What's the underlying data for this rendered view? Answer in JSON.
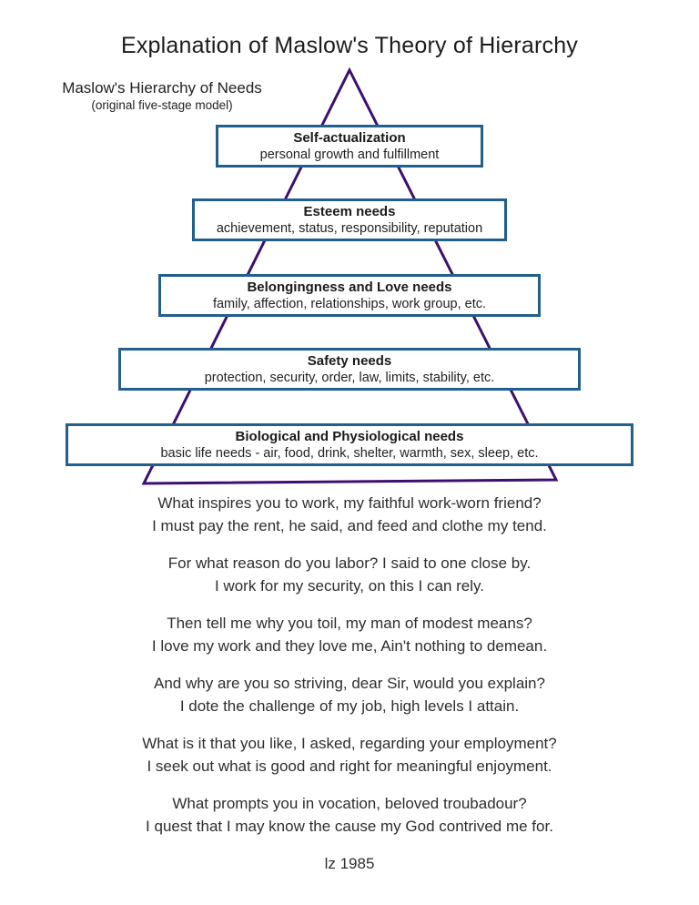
{
  "title": "Explanation of Maslow's Theory of Hierarchy",
  "subtitle": {
    "line1": "Maslow's Hierarchy of Needs",
    "line2": "(original five-stage model)"
  },
  "pyramid": {
    "colors": {
      "box_border": "#215f8c",
      "triangle_outline": "#3d1070"
    },
    "levels": [
      {
        "heading": "Self-actualization",
        "description": "personal growth and fulfillment"
      },
      {
        "heading": "Esteem needs",
        "description": "achievement, status, responsibility, reputation"
      },
      {
        "heading": "Belongingness and Love needs",
        "description": "family, affection, relationships, work group, etc."
      },
      {
        "heading": "Safety needs",
        "description": "protection, security, order, law, limits, stability, etc."
      },
      {
        "heading": "Biological and Physiological needs",
        "description": "basic life needs - air, food, drink, shelter, warmth, sex, sleep, etc."
      }
    ]
  },
  "poem": {
    "stanzas": [
      [
        "What inspires you to work, my faithful work-worn friend?",
        "I must pay the rent, he said, and feed and clothe my tend."
      ],
      [
        "For what reason do you labor? I said to one close by.",
        "I work for my security, on this I can rely."
      ],
      [
        "Then tell me why you toil, my man of modest means?",
        "I love my work and they love me, Ain't nothing to demean."
      ],
      [
        "And why are you so striving, dear Sir, would you explain?",
        "I dote the challenge of my job, high levels I attain."
      ],
      [
        "What is it that you like, I asked, regarding your employment?",
        "I seek out what is good and right for meaningful enjoyment."
      ],
      [
        "What prompts you in vocation, beloved troubadour?",
        "I quest that I may know the cause my God contrived me for."
      ]
    ],
    "signature": "lz 1985"
  }
}
